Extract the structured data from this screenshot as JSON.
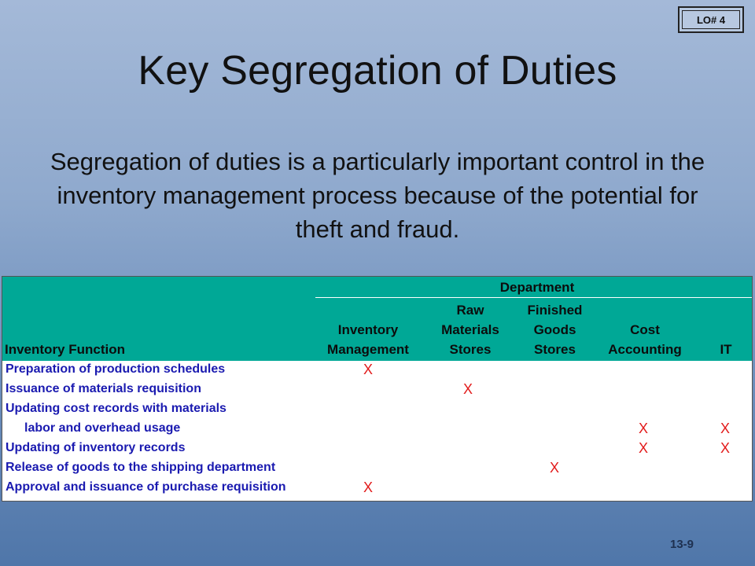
{
  "slide": {
    "lo_label": "LO# 4",
    "title": "Key Segregation of Duties",
    "intro_text": "Segregation of duties is a particularly important control in the inventory management process because of the potential for theft and fraud.",
    "page_number": "13-9"
  },
  "table": {
    "group_header": "Department",
    "function_header": "Inventory Function",
    "columns": [
      "Inventory\nManagement",
      "Raw\nMaterials\nStores",
      "Finished\nGoods\nStores",
      "Cost\nAccounting",
      "IT"
    ],
    "mark_symbol": "X",
    "rows": [
      {
        "label": "Preparation of production schedules",
        "marks": [
          "X",
          "",
          "",
          "",
          ""
        ]
      },
      {
        "label": "Issuance of materials requisition",
        "marks": [
          "",
          "X",
          "",
          "",
          ""
        ]
      },
      {
        "label": "Updating cost records with materials",
        "marks": [
          "",
          "",
          "",
          "",
          ""
        ]
      },
      {
        "label": "labor and overhead usage",
        "marks": [
          "",
          "",
          "",
          "X",
          "X"
        ]
      },
      {
        "label": "Updating of inventory records",
        "marks": [
          "",
          "",
          "",
          "X",
          "X"
        ]
      },
      {
        "label": "Release of goods to the shipping department",
        "marks": [
          "",
          "",
          "X",
          "",
          ""
        ]
      },
      {
        "label": "Approval and issuance of purchase requisition",
        "marks": [
          "X",
          "",
          "",
          "",
          ""
        ]
      }
    ]
  }
}
